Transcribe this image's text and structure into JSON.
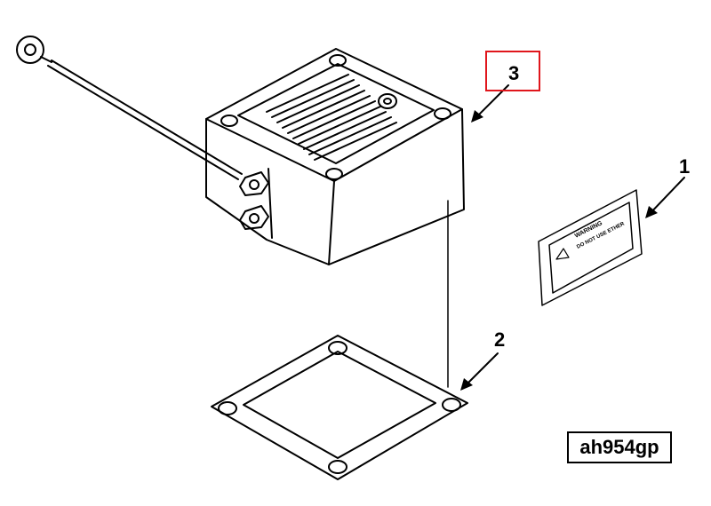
{
  "callouts": {
    "heater": "3",
    "decal": "1",
    "gasket": "2"
  },
  "decal": {
    "heading": "WARNING",
    "line1": "DO NOT USE ETHER"
  },
  "figure_id": "ah954gp",
  "colors": {
    "line": "#000000",
    "highlight": "#e0161c",
    "background": "#ffffff"
  }
}
